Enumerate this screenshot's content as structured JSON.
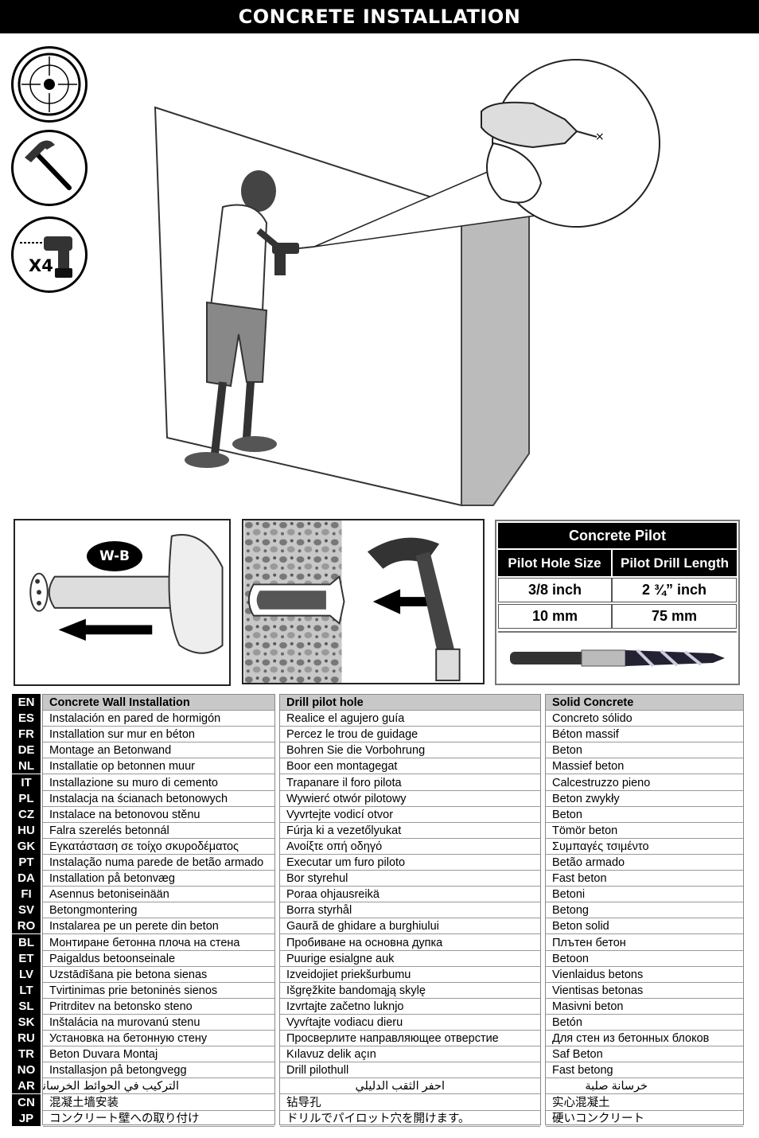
{
  "header": {
    "title": "CONCRETE INSTALLATION"
  },
  "tools": {
    "icons": [
      "crosshair-icon",
      "hammer-icon",
      "drill-icon"
    ],
    "drill_quantity": "X4"
  },
  "panel1": {
    "badge": "W-B"
  },
  "pilot_table": {
    "title": "Concrete Pilot",
    "headers": [
      "Pilot Hole Size",
      "Pilot Drill Length"
    ],
    "rows": [
      [
        "3/8 inch",
        "2 ¾” inch"
      ],
      [
        "10 mm",
        "75 mm"
      ]
    ]
  },
  "languages": {
    "rows": [
      {
        "code": "EN",
        "c1": "Concrete Wall Installation",
        "c2": "Drill pilot hole",
        "c3": "Solid Concrete"
      },
      {
        "code": "ES",
        "c1": "Instalación en pared de hormigón",
        "c2": "Realice el agujero guía",
        "c3": "Concreto sólido"
      },
      {
        "code": "FR",
        "c1": "Installation sur mur en béton",
        "c2": "Percez le trou de guidage",
        "c3": "Béton massif"
      },
      {
        "code": "DE",
        "c1": "Montage an Betonwand",
        "c2": "Bohren Sie die Vorbohrung",
        "c3": "Beton"
      },
      {
        "code": "NL",
        "c1": "Installatie op betonnen muur",
        "c2": "Boor een montagegat",
        "c3": "Massief beton"
      },
      {
        "code": "IT",
        "c1": "Installazione su muro di cemento",
        "c2": "Trapanare il foro pilota",
        "c3": "Calcestruzzo pieno"
      },
      {
        "code": "PL",
        "c1": "Instalacja na ścianach betonowych",
        "c2": "Wywierć otwór pilotowy",
        "c3": "Beton zwykły"
      },
      {
        "code": "CZ",
        "c1": "Instalace na betonovou stěnu",
        "c2": "Vyvrtejte vodicí otvor",
        "c3": "Beton"
      },
      {
        "code": "HU",
        "c1": "Falra szerelés betonnál",
        "c2": "Fúrja ki a vezetőlyukat",
        "c3": "Tömör beton"
      },
      {
        "code": "GK",
        "c1": "Εγκατάσταση σε τοίχο σκυροδέματος",
        "c2": "Ανοίξτε οπή οδηγό",
        "c3": "Συμπαγές τσιμέντο"
      },
      {
        "code": "PT",
        "c1": "Instalação numa parede de betão armado",
        "c2": "Executar um furo piloto",
        "c3": "Betão armado"
      },
      {
        "code": "DA",
        "c1": "Installation på betonvæg",
        "c2": "Bor styrehul",
        "c3": "Fast beton"
      },
      {
        "code": "FI",
        "c1": "Asennus betoniseinään",
        "c2": "Poraa ohjausreikä",
        "c3": "Betoni"
      },
      {
        "code": "SV",
        "c1": "Betongmontering",
        "c2": "Borra styrhål",
        "c3": "Betong"
      },
      {
        "code": "RO",
        "c1": "Instalarea pe un perete din beton",
        "c2": "Gaură de ghidare a burghiului",
        "c3": "Beton solid"
      },
      {
        "code": "BL",
        "c1": "Монтиране бетонна плоча на стена",
        "c2": "Пробиване на основна дупка",
        "c3": "Плътен бетон"
      },
      {
        "code": "ET",
        "c1": "Paigaldus betoonseinale",
        "c2": "Puurige esialgne auk",
        "c3": "Betoon"
      },
      {
        "code": "LV",
        "c1": "Uzstādīšana pie betona sienas",
        "c2": "Izveidojiet priekšurbumu",
        "c3": "Vienlaidus betons"
      },
      {
        "code": "LT",
        "c1": "Tvirtinimas prie betoninės sienos",
        "c2": "Išgręžkite bandomąją skylę",
        "c3": "Vientisas betonas"
      },
      {
        "code": "SL",
        "c1": "Pritrditev na betonsko steno",
        "c2": "Izvrtajte začetno luknjo",
        "c3": "Masivni beton"
      },
      {
        "code": "SK",
        "c1": "Inštalácia na murovanú stenu",
        "c2": "Vyvŕtajte vodiacu dieru",
        "c3": "Betón"
      },
      {
        "code": "RU",
        "c1": "Установка на бетонную стену",
        "c2": "Просверлите направляющее отверстие",
        "c3": "Для стен из бетонных блоков"
      },
      {
        "code": "TR",
        "c1": "Beton Duvara Montaj",
        "c2": "Kılavuz delik açın",
        "c3": "Saf Beton"
      },
      {
        "code": "NO",
        "c1": "Installasjon på betongvegg",
        "c2": "Drill pilothull",
        "c3": "Fast betong"
      },
      {
        "code": "AR",
        "c1": "التركيب في الحوائط الخرسانية",
        "c2": "احفر الثقب الدليلي",
        "c3": "خرسانة صلبة"
      },
      {
        "code": "CN",
        "c1": "混凝土墙安装",
        "c2": "钻导孔",
        "c3": "实心混凝土"
      },
      {
        "code": "JP",
        "c1": "コンクリート壁への取り付け",
        "c2": "ドリルでパイロット穴を開けます。",
        "c3": "硬いコンクリート"
      }
    ]
  }
}
